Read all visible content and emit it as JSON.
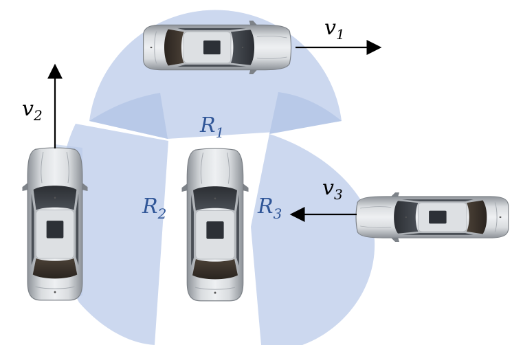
{
  "colors": {
    "region_fill": "#c9d6ee",
    "overlap_fill": "#b6c8ea",
    "label_blue": "#2f5597",
    "arrow": "#000000",
    "car_body": "#c7cbd0",
    "car_shadow": "#9ea3a9",
    "glass": "#3b3f45",
    "roof": "#d8dce0"
  },
  "regions": [
    {
      "id": "R1",
      "label": "R",
      "sub": "1"
    },
    {
      "id": "R2",
      "label": "R",
      "sub": "2"
    },
    {
      "id": "R3",
      "label": "R",
      "sub": "3"
    }
  ],
  "velocities": [
    {
      "id": "v1",
      "label": "v",
      "sub": "1",
      "direction": "right"
    },
    {
      "id": "v2",
      "label": "v",
      "sub": "2",
      "direction": "up"
    },
    {
      "id": "v3",
      "label": "v",
      "sub": "3",
      "direction": "left"
    }
  ],
  "cars": [
    {
      "id": "top-car",
      "heading": "right"
    },
    {
      "id": "left-car",
      "heading": "up"
    },
    {
      "id": "center-car",
      "heading": "up"
    },
    {
      "id": "right-car",
      "heading": "left"
    }
  ]
}
